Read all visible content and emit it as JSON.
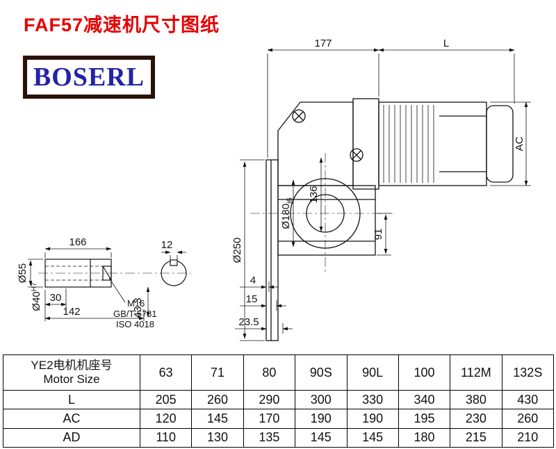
{
  "page": {
    "title": "FAF57减速机尺寸图纸",
    "brand": "BOSERL"
  },
  "colors": {
    "title_red": "#e60000",
    "brand_blue": "#2222aa",
    "logo_border": "#2b1208"
  },
  "drawing": {
    "dims": {
      "top_width": "177",
      "motor_length": "L",
      "motor_diameter": "AC",
      "center_height": "136",
      "shaft_height": "91",
      "flange_diameter": "Ø250",
      "spigot_diameter": "Ø180",
      "spigot_tolerance": "j6",
      "flange_step1": "4",
      "flange_step2": "15",
      "flange_step3": "23.5",
      "shaft_length": "166",
      "keyway_width": "12",
      "bore_depth": "30",
      "hub_length": "142",
      "hub_outer": "Ø55",
      "bore_diameter": "Ø40",
      "bore_tolerance": "H7",
      "key_dim": "43.3",
      "thread": "M16",
      "thread_standard": "GB/T 5781",
      "thread_standard2": "ISO 4018"
    }
  },
  "table": {
    "header": {
      "line1": "YE2电机机座号",
      "line2": "Motor Size"
    },
    "sizes": [
      "63",
      "71",
      "80",
      "90S",
      "90L",
      "100",
      "112M",
      "132S"
    ],
    "rows": [
      {
        "label": "L",
        "values": [
          "205",
          "260",
          "290",
          "300",
          "330",
          "340",
          "380",
          "430"
        ]
      },
      {
        "label": "AC",
        "values": [
          "120",
          "145",
          "170",
          "190",
          "190",
          "195",
          "230",
          "260"
        ]
      },
      {
        "label": "AD",
        "values": [
          "110",
          "130",
          "135",
          "145",
          "145",
          "180",
          "215",
          "210"
        ]
      }
    ]
  }
}
